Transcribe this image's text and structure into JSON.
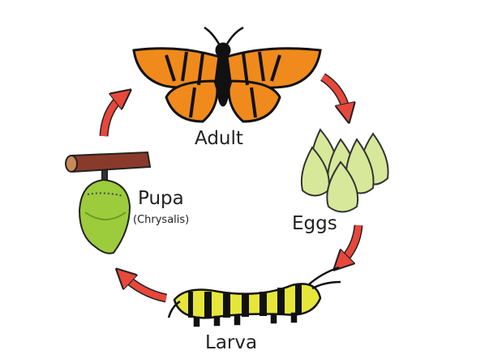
{
  "title": "Monarch butterfly life cycle",
  "stages": {
    "adult": "Adult",
    "eggs": "Eggs",
    "larva": "Larva",
    "pupa": "Pupa",
    "pupa_sub": "(Chrysalis)"
  },
  "colors": {
    "arrow": "#e8473b",
    "wing_orange": "#f08a1c",
    "egg_green": "#d8e89a",
    "chrysalis_green": "#9ccc3c",
    "stick_brown": "#8a3a2a",
    "larva_yellow": "#e6e63a"
  }
}
